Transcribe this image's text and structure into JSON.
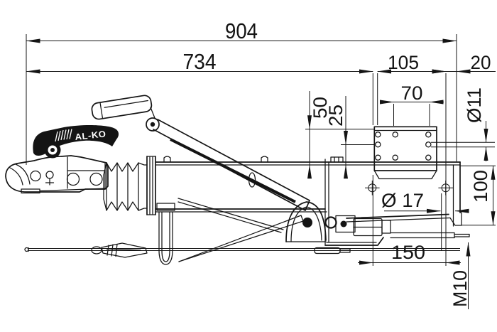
{
  "drawing": {
    "kind": "technical-dimension-drawing",
    "subject": "overrun-coupling-side-view",
    "brand_label": "AL-KO",
    "background": "#ffffff",
    "line_color": "#141414",
    "dims": {
      "overall_length": "904",
      "coupling_to_plate": "734",
      "plate_length": "105",
      "rear_overhang": "20",
      "plate_hole_spacing": "70",
      "plate_hole_diameter": "Ø11",
      "plate_top_height": "50",
      "plate_mid_height": "25",
      "frame_hole_diameter": "Ø 17",
      "profile_height": "100",
      "frame_hole_spacing": "150",
      "rod_thread": "M10"
    }
  }
}
